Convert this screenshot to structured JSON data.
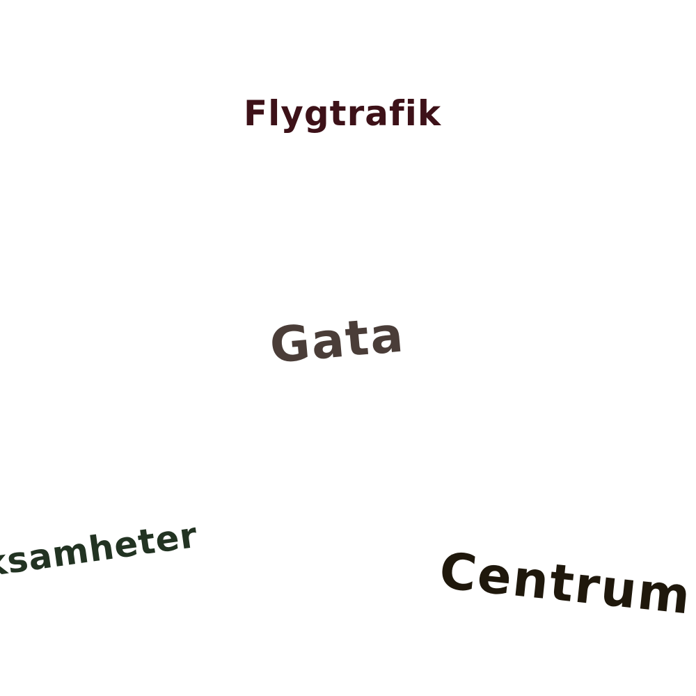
{
  "labels": {
    "flygtrafik": {
      "text": "Flygtrafik",
      "color": "#3d1118"
    },
    "gata": {
      "text": "Gata",
      "color": "#4a3d38"
    },
    "verksamheter": {
      "text": "Verksamheter",
      "color": "#223322"
    },
    "centrum": {
      "text": "Centrum",
      "color": "#1f180c"
    }
  }
}
